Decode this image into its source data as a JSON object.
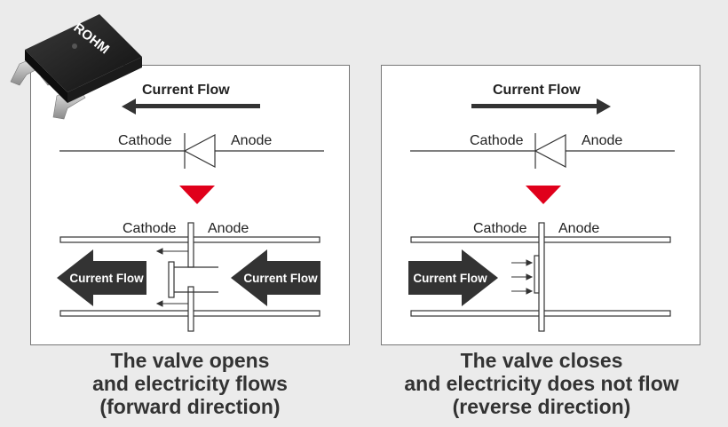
{
  "logo": "ROHM",
  "left": {
    "current_flow": "Current Flow",
    "cathode": "Cathode",
    "anode": "Anode",
    "cathode2": "Cathode",
    "anode2": "Anode",
    "arrow_left_text": "Current Flow",
    "arrow_right_text": "Current Flow",
    "caption": [
      "The valve opens",
      "and electricity flows",
      "(forward direction)"
    ]
  },
  "right": {
    "current_flow": "Current Flow",
    "cathode": "Cathode",
    "anode": "Anode",
    "cathode2": "Cathode",
    "anode2": "Anode",
    "arrow_text": "Current Flow",
    "caption": [
      "The valve closes",
      "and electricity does not flow",
      "(reverse direction)"
    ]
  },
  "colors": {
    "background": "#ebebeb",
    "indicator_red": "#e0001b",
    "arrow_dark": "#333333"
  }
}
